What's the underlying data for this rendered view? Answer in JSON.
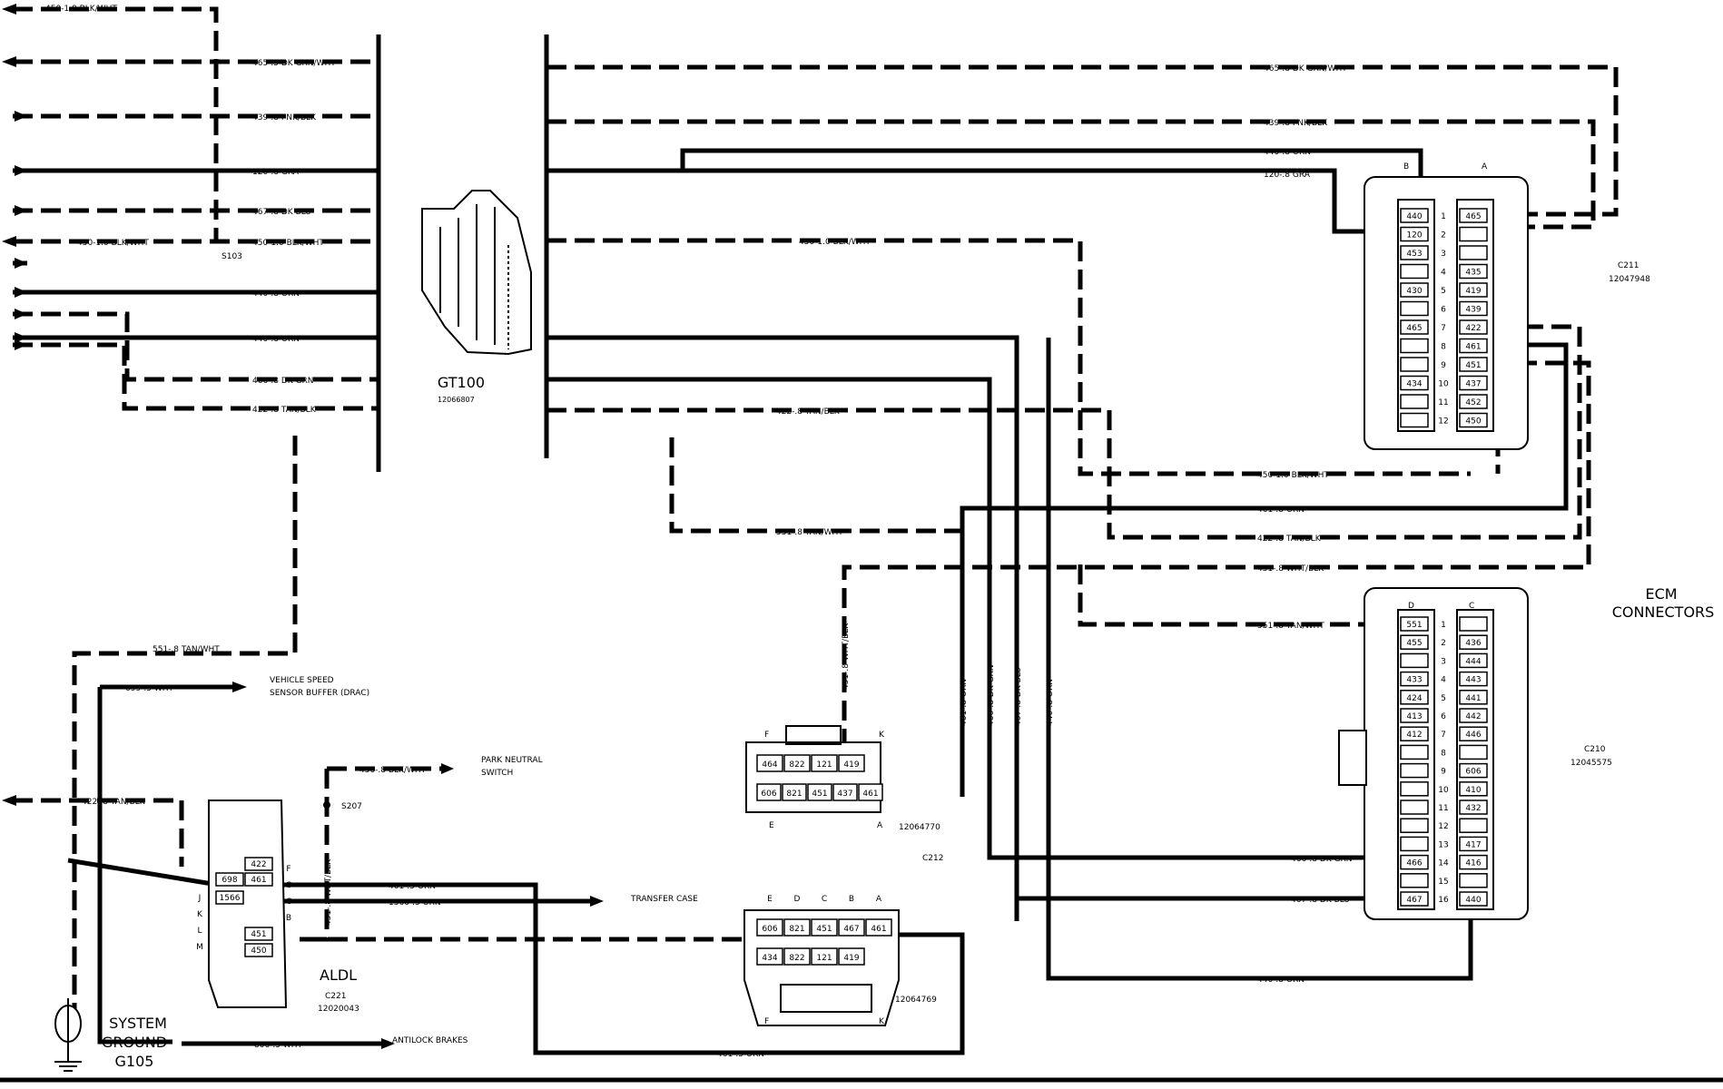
{
  "wire_labels": {
    "w450_top": "450-1.0 BLK/WHT",
    "w465_l": "465-.5 DK GRN/WHT",
    "w439_l": "439-.8 PNK/BLK",
    "w120_l": "120-.8 GRA",
    "w467_l": "467-.8 DK BLU",
    "w450_l1": "450-1.0 BLK/WHT",
    "w450_l2": "450-1.0 BLK/WHT",
    "w440_l1": "440-.8 ORN",
    "w440_l2": "440-.8 ORN",
    "w466_l": "466-.8 DK GRN",
    "w422_l": "422-.8 TAN/BLK",
    "w465_r": "465-.8 DK GRN/WHT",
    "w439_r": "439-.8 PNK/BLK",
    "w440_r": "440-.8 ORN",
    "w120_r": "120-.8 GRA",
    "w450_mid": "450-1.0 BLK/WHT",
    "w422_mid": "422-.8 TAN/BLK",
    "w450_c211": "450-1.0 BLK/WHT",
    "w461_r": "461-.8 ORN",
    "w422_r": "422-.8 TAN/BLK",
    "w551_mid": "551-.8 TAN/WHT",
    "w451_r": "451-.8 WHT/BLK",
    "w551_r": "551-.8 TAN/WHT",
    "w551_l": "551-.8 TAN/WHT",
    "w699": "699-.5 WHT",
    "w450_park": "450-.8 BLK/WHT",
    "w422_aldl": "422-.8 TAN/BLK",
    "w461_aldl": "461-.5 ORN",
    "w1566": "1566-.5 ORN",
    "w451_v": "451-.8 WHT/BLK",
    "w451_c212": "451-.8 WHT/BLK",
    "w461_v": "461-.8 ORN",
    "w466_v": "466-.8 DK GRN",
    "w467_v": "467-.8 DK BLU",
    "w440_v": "440-.8 ORN",
    "w466_c210": "466-.8 DK GRN",
    "w467_c210": "467-.8 DK BLU",
    "w440_c210": "440-.8 ORN",
    "w806": "806-.5 WHT",
    "w461_bot": "461-.5 ORN"
  },
  "components": {
    "gt100": {
      "name": "GT100",
      "part": "12066807"
    },
    "s103": "S103",
    "s207": "S207",
    "c211": {
      "name": "C211",
      "part": "12047948",
      "col_b": "B",
      "col_a": "A"
    },
    "ecm": {
      "line1": "ECM",
      "line2": "CONNECTORS"
    },
    "c210": {
      "name": "C210",
      "part": "12045575",
      "col_d": "D",
      "col_c": "C"
    },
    "c212": {
      "name": "C212",
      "part": "12064770",
      "f": "F",
      "k": "K",
      "e": "E",
      "a": "A"
    },
    "aldl": {
      "name": "ALDL",
      "conn": "C221",
      "part": "12020043"
    },
    "c213": {
      "part": "12064769",
      "letters": [
        "E",
        "D",
        "C",
        "B",
        "A"
      ],
      "f": "F",
      "k": "K"
    },
    "ground": {
      "line1": "SYSTEM",
      "line2": "GROUND",
      "line3": "G105"
    }
  },
  "destinations": {
    "vss_line1": "VEHICLE SPEED",
    "vss_line2": "SENSOR BUFFER (DRAC)",
    "park_line1": "PARK NEUTRAL",
    "park_line2": "SWITCH",
    "transfer": "TRANSFER CASE",
    "abs": "ANTILOCK BRAKES"
  },
  "c211_pins": {
    "numbers": [
      "1",
      "2",
      "3",
      "4",
      "5",
      "6",
      "7",
      "8",
      "9",
      "10",
      "11",
      "12"
    ],
    "b": [
      "440",
      "120",
      "453",
      "",
      "430",
      "",
      "465",
      "",
      "",
      "434",
      "",
      ""
    ],
    "a": [
      "465",
      "",
      "",
      "435",
      "419",
      "439",
      "422",
      "461",
      "451",
      "437",
      "452",
      "450"
    ]
  },
  "c210_pins": {
    "numbers": [
      "1",
      "2",
      "3",
      "4",
      "5",
      "6",
      "7",
      "8",
      "9",
      "10",
      "11",
      "12",
      "13",
      "14",
      "15",
      "16"
    ],
    "d": [
      "551",
      "455",
      "",
      "433",
      "424",
      "413",
      "412",
      "",
      "",
      "",
      "",
      "",
      "",
      "466",
      "",
      "467"
    ],
    "c": [
      "",
      "436",
      "444",
      "443",
      "441",
      "442",
      "446",
      "",
      "606",
      "410",
      "432",
      "",
      "417",
      "416",
      "",
      "440"
    ]
  },
  "c212_pins": {
    "top": [
      "464",
      "822",
      "121",
      "419"
    ],
    "bottom": [
      "606",
      "821",
      "451",
      "437",
      "461"
    ]
  },
  "aldl_pins": {
    "letters_left": [
      "J",
      "K",
      "L",
      "M"
    ],
    "letters_right": [
      "F",
      "G",
      "C",
      "B"
    ],
    "values": [
      "422",
      "698",
      "461",
      "1566",
      "451",
      "450"
    ]
  },
  "c213_pins": {
    "top": [
      "606",
      "821",
      "451",
      "467",
      "461"
    ],
    "bottom": [
      "434",
      "822",
      "121",
      "419"
    ]
  }
}
